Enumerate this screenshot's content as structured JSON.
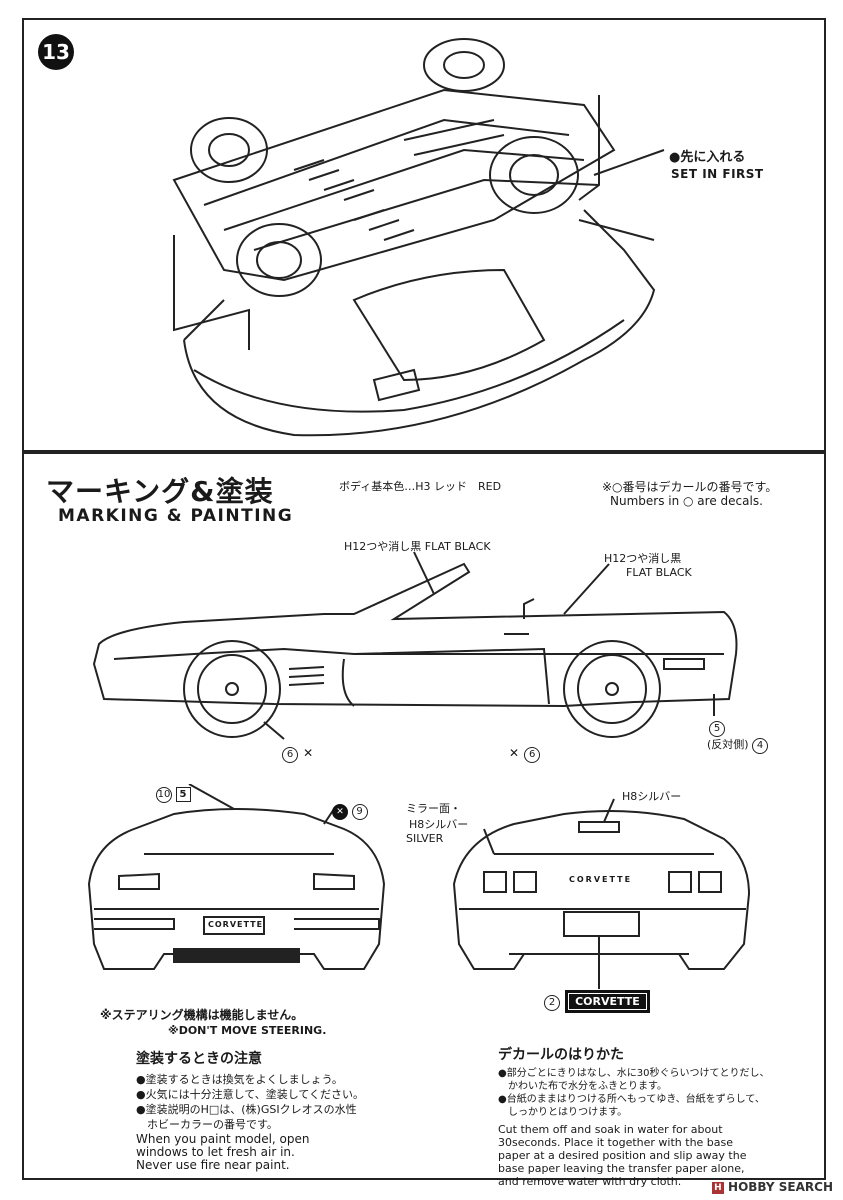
{
  "step": {
    "number": "13",
    "callout_jp": "●先に入れる",
    "callout_en": "SET IN FIRST"
  },
  "marking": {
    "title_jp": "マーキング&塗装",
    "title_en": "MARKING & PAINTING",
    "body_color": "ボディ基本色…H3 レッド　RED",
    "decal_note_jp": "※○番号はデカールの番号です。",
    "decal_note_en": "Numbers in ○ are decals.",
    "side_view": {
      "windshield_label_jp": "H12つや消し黒",
      "windshield_label_en": "FLAT BLACK",
      "mirror_label_jp": "H12つや消し黒",
      "mirror_label_en": "FLAT BLACK",
      "decal_5": "5",
      "opposite_side": "(反対側)",
      "decal_4": "4",
      "decal_6_front": "6",
      "decal_6_rear": "6"
    },
    "front_view": {
      "decal_10": "10",
      "decal_5_sq": "5",
      "decal_9": "9",
      "plate_text": "CORVETTE"
    },
    "rear_view": {
      "mirror_face_jp": "ミラー面・",
      "mirror_face_paint": "H8シルバー",
      "mirror_face_en": "SILVER",
      "top_label": "H8シルバー",
      "badge_text": "CORVETTE",
      "decal_2": "2",
      "plate_decal_text": "CORVETTE"
    },
    "steering_note_jp": "※ステアリング機構は機能しません。",
    "steering_note_en": "※DON'T MOVE STEERING.",
    "paint_notes": {
      "heading": "塗装するときの注意",
      "lines": [
        "●塗装するときは換気をよくしましょう。",
        "●火気には十分注意して、塗装してください。",
        "●塗装説明のH□は、(株)GSIクレオスの水性",
        "　ホビーカラーの番号です。"
      ],
      "en_lines": [
        "When you paint model, open",
        "windows to let fresh air in.",
        "Never use fire near paint."
      ]
    },
    "decal_notes": {
      "heading": "デカールのはりかた",
      "lines": [
        "●部分ごとにきりはなし、水に30秒ぐらいつけてとりだし、",
        "　かわいた布で水分をふきとります。",
        "●台紙のままはりつける所へもってゆき、台紙をずらして、",
        "　しっかりとはりつけます。"
      ],
      "en_lines": [
        "Cut them off and soak in water for about",
        "30seconds. Place it together with the base",
        "paper at a desired position and slip away the",
        "base paper leaving the transfer paper alone,",
        "and remove water with dry cloth."
      ]
    }
  },
  "watermark": "HOBBY SEARCH"
}
